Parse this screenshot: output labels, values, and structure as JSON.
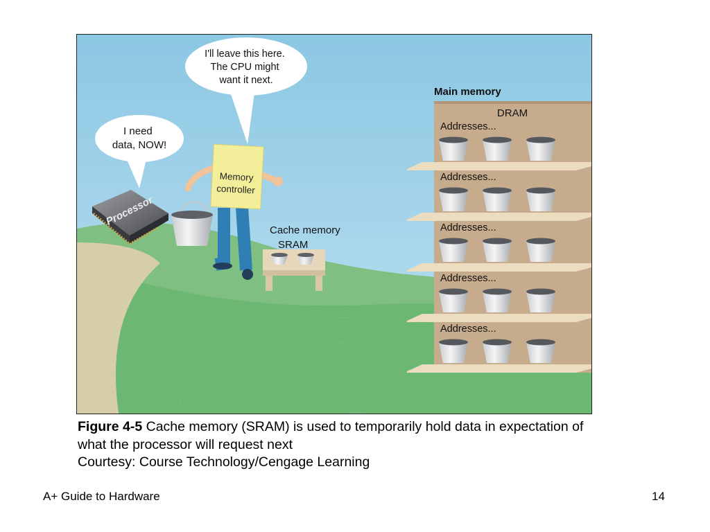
{
  "figure": {
    "bubble_cpu": [
      "I need",
      "data, NOW!"
    ],
    "bubble_controller": [
      "I'll leave this here.",
      "The CPU might",
      "want it next."
    ],
    "processor_label": "Processor",
    "controller_sign": [
      "Memory",
      "controller"
    ],
    "cache_label": "Cache memory",
    "sram_label": "SRAM",
    "main_memory_label": "Main memory",
    "dram_label": "DRAM",
    "shelf_label": "Addresses...",
    "shelf_count": 5,
    "buckets_per_shelf": 3
  },
  "caption": {
    "figure_number": "Figure 4-5",
    "text": "Cache memory (SRAM) is used to temporarily hold data in expectation of what the processor will request next",
    "credit": "Courtesy: Course Technology/Cengage Learning"
  },
  "footer": {
    "book_title": "A+ Guide to Hardware",
    "page_number": "14"
  }
}
